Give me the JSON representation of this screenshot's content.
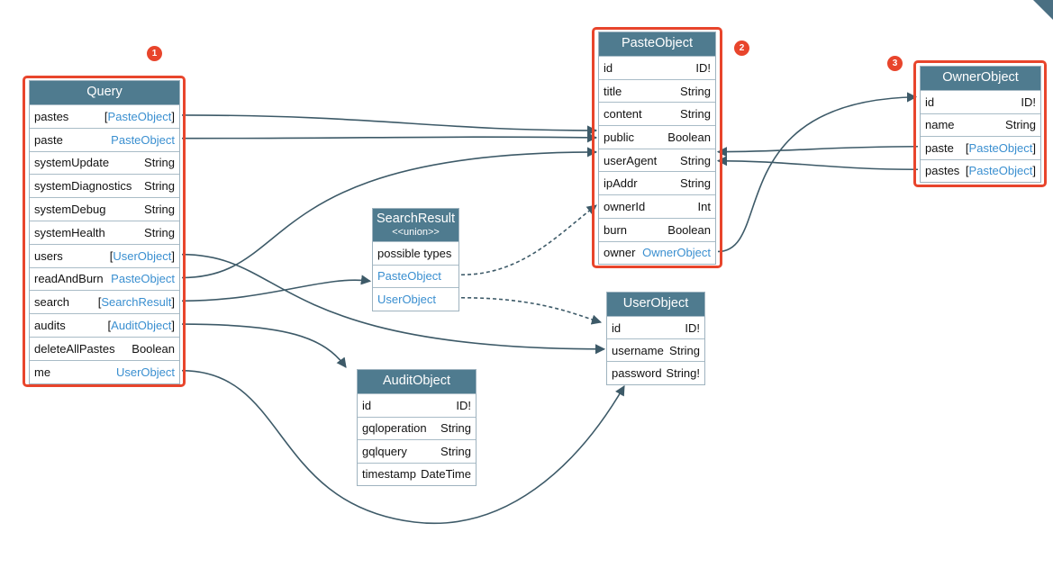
{
  "nodes": [
    {
      "key": "query",
      "name": "Query",
      "fields": [
        {
          "name": "pastes",
          "type": "PasteObject",
          "list": true,
          "link": true
        },
        {
          "name": "paste",
          "type": "PasteObject",
          "list": false,
          "link": true
        },
        {
          "name": "systemUpdate",
          "type": "String",
          "list": false,
          "link": false
        },
        {
          "name": "systemDiagnostics",
          "type": "String",
          "list": false,
          "link": false
        },
        {
          "name": "systemDebug",
          "type": "String",
          "list": false,
          "link": false
        },
        {
          "name": "systemHealth",
          "type": "String",
          "list": false,
          "link": false
        },
        {
          "name": "users",
          "type": "UserObject",
          "list": true,
          "link": true
        },
        {
          "name": "readAndBurn",
          "type": "PasteObject",
          "list": false,
          "link": true
        },
        {
          "name": "search",
          "type": "SearchResult",
          "list": true,
          "link": true
        },
        {
          "name": "audits",
          "type": "AuditObject",
          "list": true,
          "link": true
        },
        {
          "name": "deleteAllPastes",
          "type": "Boolean",
          "list": false,
          "link": false
        },
        {
          "name": "me",
          "type": "UserObject",
          "list": false,
          "link": true
        }
      ]
    },
    {
      "key": "paste",
      "name": "PasteObject",
      "fields": [
        {
          "name": "id",
          "type": "ID!",
          "list": false,
          "link": false
        },
        {
          "name": "title",
          "type": "String",
          "list": false,
          "link": false
        },
        {
          "name": "content",
          "type": "String",
          "list": false,
          "link": false
        },
        {
          "name": "public",
          "type": "Boolean",
          "list": false,
          "link": false
        },
        {
          "name": "userAgent",
          "type": "String",
          "list": false,
          "link": false
        },
        {
          "name": "ipAddr",
          "type": "String",
          "list": false,
          "link": false
        },
        {
          "name": "ownerId",
          "type": "Int",
          "list": false,
          "link": false
        },
        {
          "name": "burn",
          "type": "Boolean",
          "list": false,
          "link": false
        },
        {
          "name": "owner",
          "type": "OwnerObject",
          "list": false,
          "link": true
        }
      ]
    },
    {
      "key": "owner",
      "name": "OwnerObject",
      "fields": [
        {
          "name": "id",
          "type": "ID!",
          "list": false,
          "link": false
        },
        {
          "name": "name",
          "type": "String",
          "list": false,
          "link": false
        },
        {
          "name": "paste",
          "type": "PasteObject",
          "list": true,
          "link": true
        },
        {
          "name": "pastes",
          "type": "PasteObject",
          "list": true,
          "link": true
        }
      ]
    },
    {
      "key": "search",
      "name": "SearchResult",
      "subtitle": "<<union>>",
      "fields": [
        {
          "name": "possible types",
          "type": "",
          "list": false,
          "link": false
        },
        {
          "name": "PasteObject",
          "type": "",
          "list": false,
          "link": false,
          "nameLink": true
        },
        {
          "name": "UserObject",
          "type": "",
          "list": false,
          "link": false,
          "nameLink": true
        }
      ]
    },
    {
      "key": "user",
      "name": "UserObject",
      "fields": [
        {
          "name": "id",
          "type": "ID!",
          "list": false,
          "link": false
        },
        {
          "name": "username",
          "type": "String",
          "list": false,
          "link": false
        },
        {
          "name": "password",
          "type": "String!",
          "list": false,
          "link": false
        }
      ]
    },
    {
      "key": "audit",
      "name": "AuditObject",
      "fields": [
        {
          "name": "id",
          "type": "ID!",
          "list": false,
          "link": false
        },
        {
          "name": "gqloperation",
          "type": "String",
          "list": false,
          "link": false
        },
        {
          "name": "gqlquery",
          "type": "String",
          "list": false,
          "link": false
        },
        {
          "name": "timestamp",
          "type": "DateTime",
          "list": false,
          "link": false
        }
      ]
    }
  ],
  "markers": [
    {
      "key": "m1",
      "label": "1"
    },
    {
      "key": "m2",
      "label": "2"
    },
    {
      "key": "m3",
      "label": "3"
    }
  ],
  "colors": {
    "header": "#4f7b8f",
    "link": "#3a8fd0",
    "highlight": "#e8452c",
    "edge": "#3d5a68"
  }
}
